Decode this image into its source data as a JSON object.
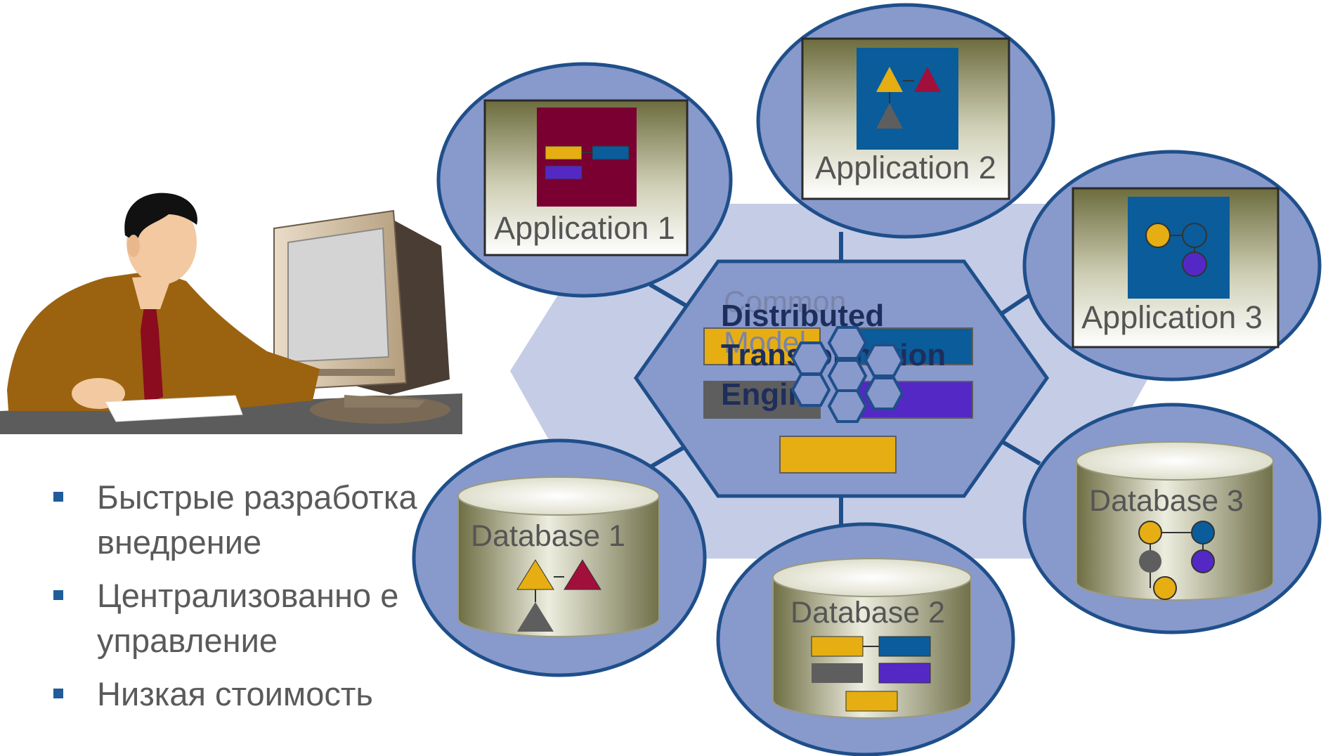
{
  "diagram": {
    "center": {
      "lines": [
        "Distributed",
        "Transformation",
        "Engine"
      ],
      "ghost_lines": [
        "Common",
        "Model"
      ]
    },
    "applications": [
      {
        "label": "Application 1"
      },
      {
        "label": "Application 2"
      },
      {
        "label": "Application 3"
      }
    ],
    "databases": [
      {
        "label": "Database 1"
      },
      {
        "label": "Database 2"
      },
      {
        "label": "Database 3"
      }
    ]
  },
  "bullets": [
    {
      "text": "Быстрые разработка внедрение"
    },
    {
      "text": "Централизованно е управление"
    },
    {
      "text": "Низкая стоимость"
    }
  ],
  "colors": {
    "node_fill": "#8899cc",
    "node_stroke": "#1f4f8a",
    "bg_hexagon": "#c5cce6",
    "yellow": "#e6ae12",
    "blue": "#0a5c9a",
    "purple": "#5428c4",
    "gray": "#5e5e5e",
    "crimson": "#a0103a",
    "maroon": "#7a0032",
    "bullet_text": "#5a5a5a",
    "bullet_marker": "#1f5c99"
  },
  "icons": {
    "person": "person-at-computer-icon",
    "bullet": "square-bullet-icon"
  }
}
